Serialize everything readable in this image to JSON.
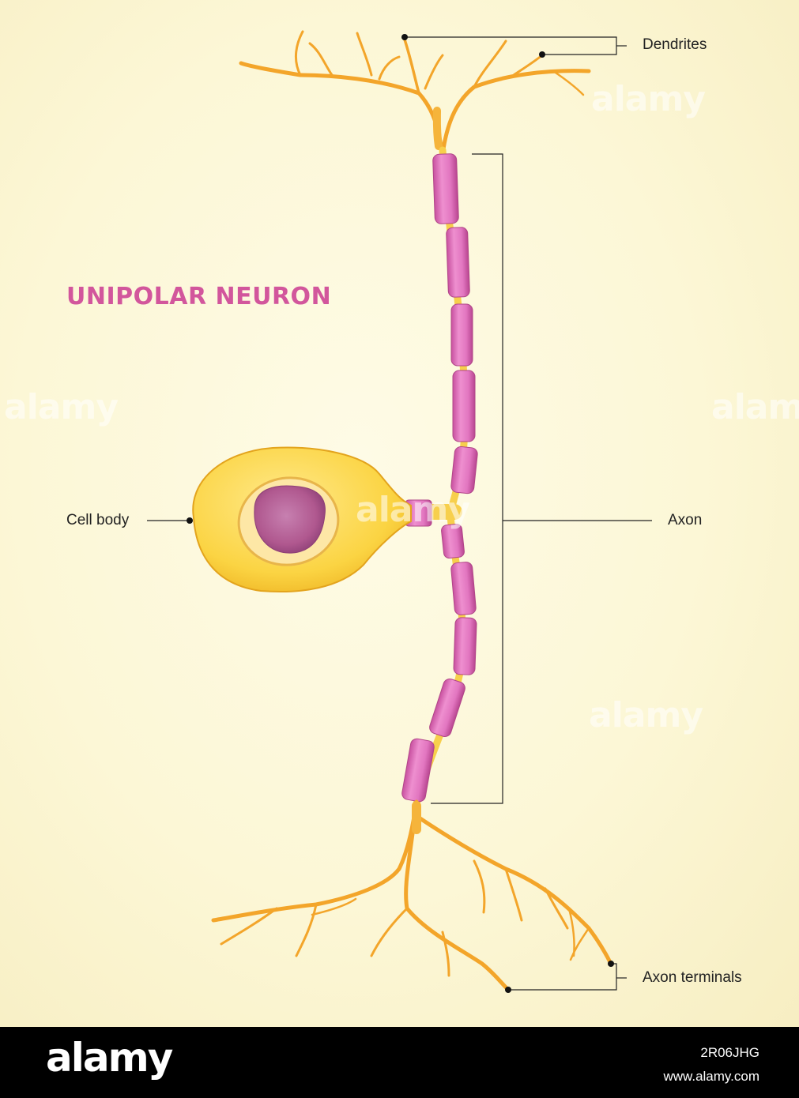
{
  "title": "UNIPOLAR NEURON",
  "labels": {
    "dendrites": "Dendrites",
    "axon": "Axon",
    "cell_body": "Cell body",
    "axon_terminals": "Axon terminals"
  },
  "watermark": "alamy",
  "footer": {
    "brand": "alamy",
    "image_id": "2R06JHG",
    "site": "www.alamy.com"
  },
  "colors": {
    "title": "#d2569c",
    "myelin": "#e77bc3",
    "branch": "#f5b43b",
    "cell_body": "#fbd74c",
    "nucleus": "#b9629a",
    "background": "#fcf7d6"
  }
}
